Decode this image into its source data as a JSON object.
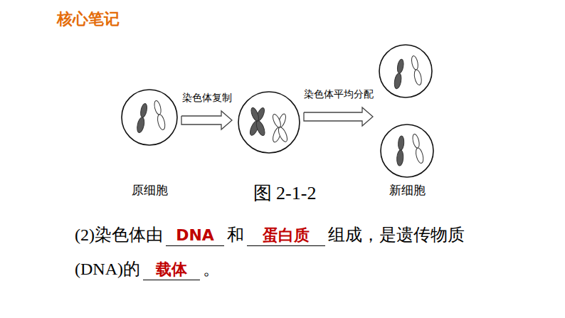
{
  "diagram": {
    "title": "核心笔记",
    "caption": "图 2-1-2",
    "nodes": [
      {
        "text": [
          "原细胞"
        ]
      },
      {
        "text": []
      },
      {
        "text": [
          "新细胞"
        ]
      }
    ],
    "edges": [
      {
        "from": 0,
        "to": 1,
        "arrow": "to",
        "label": "染色体复制"
      },
      {
        "from": 1,
        "to": 2,
        "arrow": "to",
        "label": "染色体平均分配"
      }
    ],
    "labels": [
      "(2)染色体由",
      "DNA",
      "和",
      "蛋白质",
      "组成，是遗传物质",
      "(DNA)的",
      "载体",
      "。"
    ]
  }
}
